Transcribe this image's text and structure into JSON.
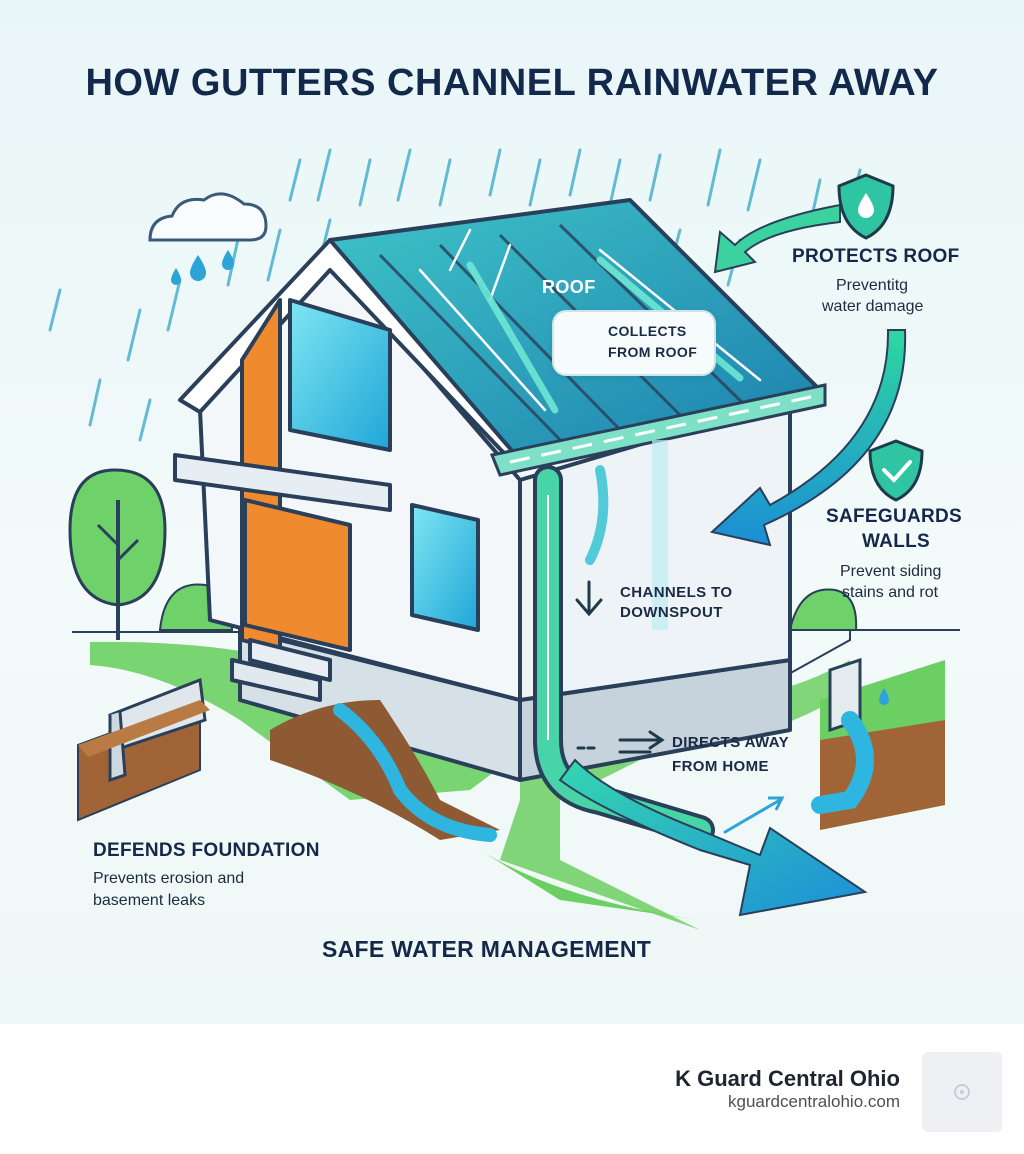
{
  "title": "HOW GUTTERS CHANNEL RAINWATER AWAY",
  "roof_label": "ROOF",
  "collects": {
    "line1": "COLLECTS",
    "line2": "FROM ROOF"
  },
  "protects_roof": {
    "heading": "PROTECTS ROOF",
    "line1": "Preventitg",
    "line2": "water damage"
  },
  "safeguards": {
    "heading1": "SAFEGUARDS",
    "heading2": "WALLS",
    "line1": "Prevent siding",
    "line2": "stains and rot"
  },
  "channels": {
    "line1": "CHANNELS TO",
    "line2": "DOWNSPOUT"
  },
  "directs": {
    "line1": "DIRECTS AWAY",
    "line2": "FROM HOME"
  },
  "foundation": {
    "heading": "DEFENDS FOUNDATION",
    "line1": "Prevents erosion and",
    "line2": "basement leaks"
  },
  "safe": "SAFE WATER MANAGEMENT",
  "footer": {
    "brand": "K Guard Central Ohio",
    "url": "kguardcentralohio.com"
  },
  "colors": {
    "navy": "#13294b",
    "teal": "#2bbfb0",
    "blue": "#1f9bd6",
    "green": "#5cc85a",
    "orange": "#f08a2e"
  },
  "icons": [
    "cloud-icon",
    "raindrop-icon",
    "shield-drop-icon",
    "shield-check-icon",
    "tree-icon",
    "arrow-down-icon",
    "arrow-right-icon"
  ]
}
